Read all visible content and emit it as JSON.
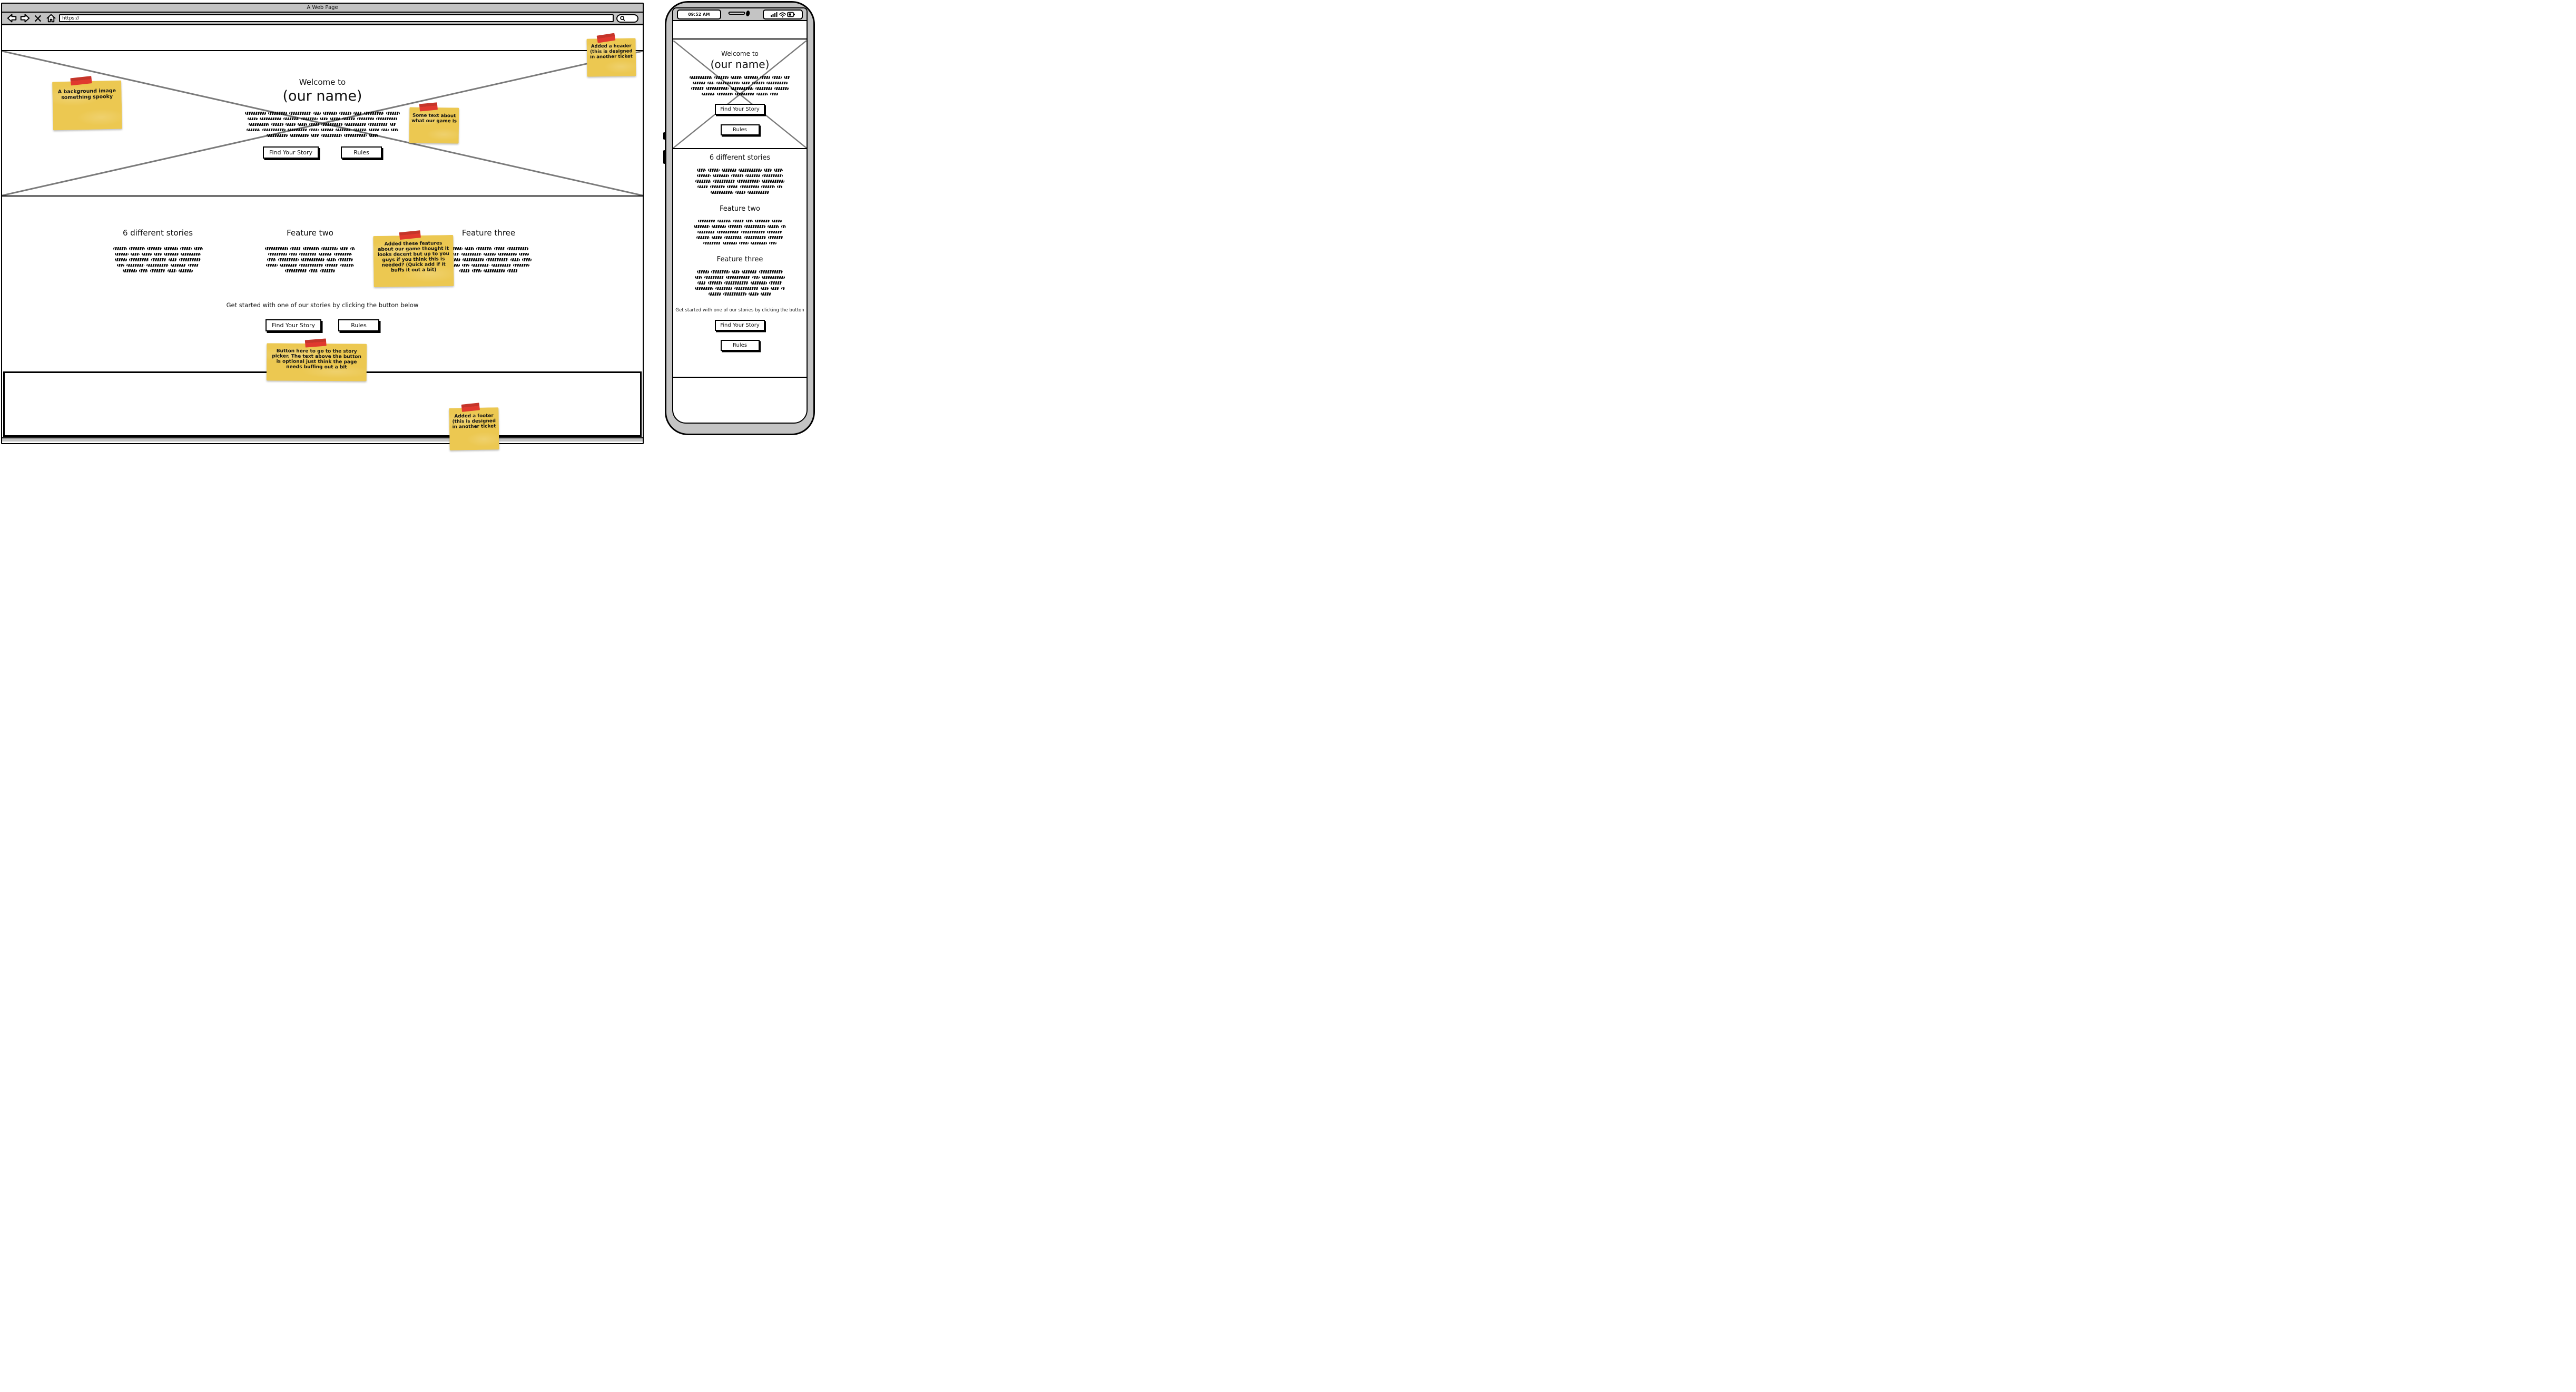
{
  "colors": {
    "sticky_yellow": "#ecc851",
    "tape_red": "#e0392e",
    "chrome_gray": "#c3c3c3",
    "placeholder_line_gray": "#7b7b7b"
  },
  "browser": {
    "window_title": "A Web Page",
    "url_value": "https://"
  },
  "desktop": {
    "hero": {
      "heading_small": "Welcome to",
      "heading_large": "(our name)",
      "scribble_lines": 5,
      "buttons": [
        "Find Your Story",
        "Rules"
      ]
    },
    "features": [
      {
        "title": "6 different stories",
        "scribble_lines": 5
      },
      {
        "title": "Feature two",
        "scribble_lines": 5
      },
      {
        "title": "Feature three",
        "scribble_lines": 5
      }
    ],
    "cta": {
      "text": "Get started with one of our stories by clicking the button below",
      "buttons": [
        "Find Your Story",
        "Rules"
      ]
    }
  },
  "notes": [
    {
      "id": "background-image",
      "text": "A background image something spooky"
    },
    {
      "id": "header",
      "text": "Added a header (this is designed in another ticket"
    },
    {
      "id": "game-text",
      "text": "Some text about what our game is"
    },
    {
      "id": "features",
      "text": "Added these features about our game thought it looks decent but up to you guys if you think this is needed? (Quick add if it buffs it out a bit)"
    },
    {
      "id": "cta-button",
      "text": "Button here to go to the story picker. The text above the button is optional just think the page needs buffing out a bit"
    },
    {
      "id": "footer",
      "text": "Added a footer (this is designed in another ticket"
    }
  ],
  "phone": {
    "status": {
      "time": "09:52 AM"
    },
    "hero": {
      "heading_small": "Welcome to",
      "heading_large": "(our name)",
      "scribble_lines": 4,
      "buttons": [
        "Find Your Story",
        "Rules"
      ]
    },
    "features": [
      {
        "title": "6 different stories",
        "scribble_lines": 5
      },
      {
        "title": "Feature two",
        "scribble_lines": 5
      },
      {
        "title": "Feature three",
        "scribble_lines": 5
      }
    ],
    "cta": {
      "text": "Get started with one of our stories by clicking the button",
      "buttons": [
        "Find Your Story",
        "Rules"
      ]
    }
  }
}
